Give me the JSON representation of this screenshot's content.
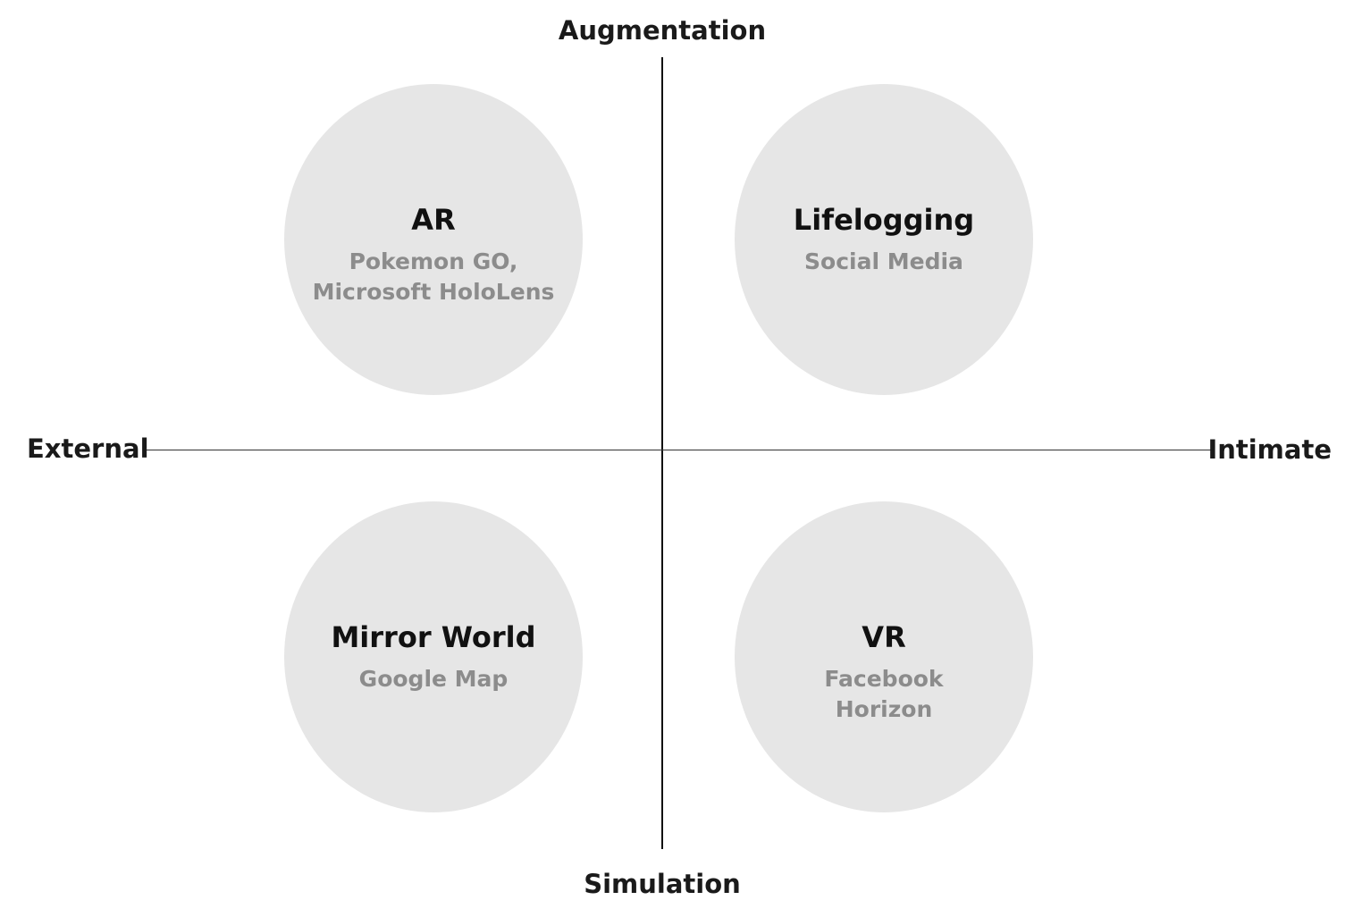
{
  "axes": {
    "top": "Augmentation",
    "bottom": "Simulation",
    "left": "External",
    "right": "Intimate"
  },
  "quadrants": {
    "top_left": {
      "title": "AR",
      "examples": [
        "Pokemon GO,",
        "Microsoft HoloLens"
      ]
    },
    "top_right": {
      "title": "Lifelogging",
      "examples": [
        "Social Media"
      ]
    },
    "bottom_left": {
      "title": "Mirror World",
      "examples": [
        "Google Map"
      ]
    },
    "bottom_right": {
      "title": "VR",
      "examples": [
        "Facebook",
        "Horizon"
      ]
    }
  },
  "colors": {
    "circle_fill": "#e6e6e6",
    "title_text": "#111111",
    "example_text": "#8c8c8c",
    "axis": "#111111"
  }
}
